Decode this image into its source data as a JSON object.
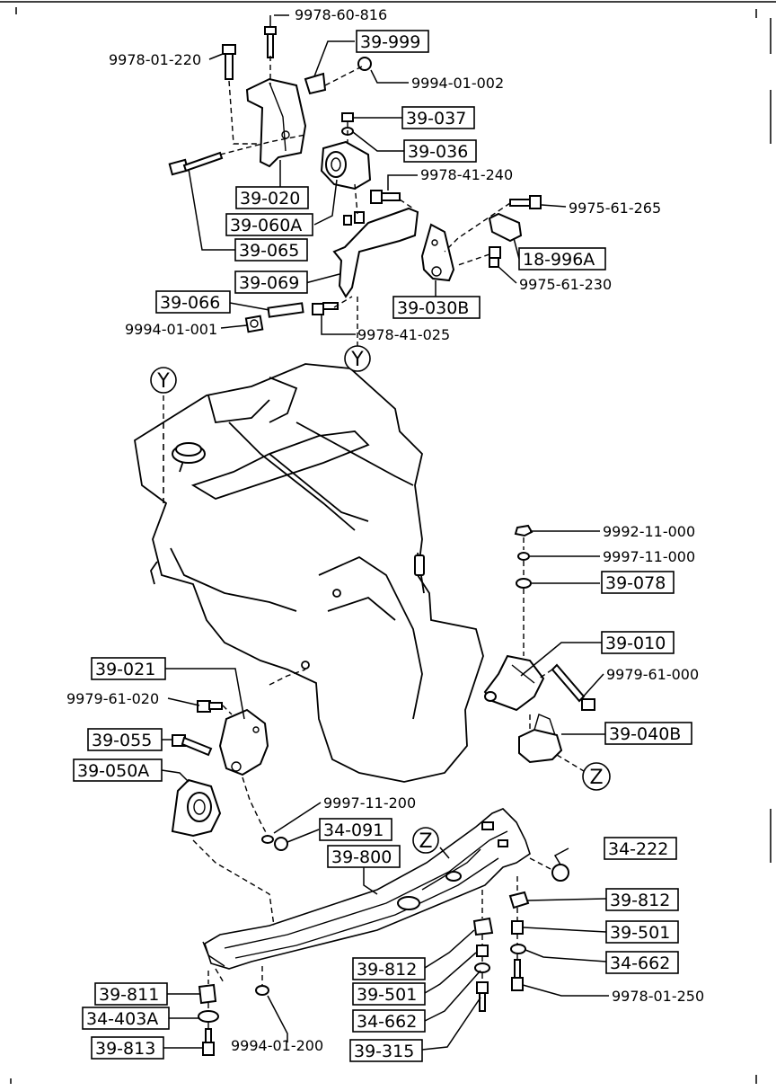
{
  "parts": {
    "p9978_60_816": "9978-60-816",
    "p39_999": "39-999",
    "p9978_01_220": "9978-01-220",
    "p9994_01_002": "9994-01-002",
    "p39_037": "39-037",
    "p39_036": "39-036",
    "p9978_41_240": "9978-41-240",
    "p9975_61_265": "9975-61-265",
    "p39_020": "39-020",
    "p39_060A": "39-060A",
    "p39_065": "39-065",
    "p18_996A": "18-996A",
    "p9975_61_230": "9975-61-230",
    "p39_069": "39-069",
    "p39_066": "39-066",
    "p39_030B": "39-030B",
    "p9994_01_001": "9994-01-001",
    "p9978_41_025": "9978-41-025",
    "p9992_11_000": "9992-11-000",
    "p9997_11_000": "9997-11-000",
    "p39_078": "39-078",
    "p39_010": "39-010",
    "p9979_61_000": "9979-61-000",
    "p39_021": "39-021",
    "p9979_61_020": "9979-61-020",
    "p39_040B": "39-040B",
    "p39_055": "39-055",
    "p39_050A": "39-050A",
    "p9997_11_200": "9997-11-200",
    "p34_091": "34-091",
    "p34_222": "34-222",
    "p39_800": "39-800",
    "p39_812a": "39-812",
    "p39_501a": "39-501",
    "p34_662a": "34-662",
    "p9978_01_250": "9978-01-250",
    "p39_812b": "39-812",
    "p39_501b": "39-501",
    "p34_662b": "34-662",
    "p39_315": "39-315",
    "p39_811": "39-811",
    "p34_403A": "34-403A",
    "p39_813": "39-813",
    "p9994_01_200": "9994-01-200"
  },
  "refs": {
    "y_top": "Y",
    "y_engine": "Y",
    "z_right": "Z",
    "z_member": "Z"
  }
}
